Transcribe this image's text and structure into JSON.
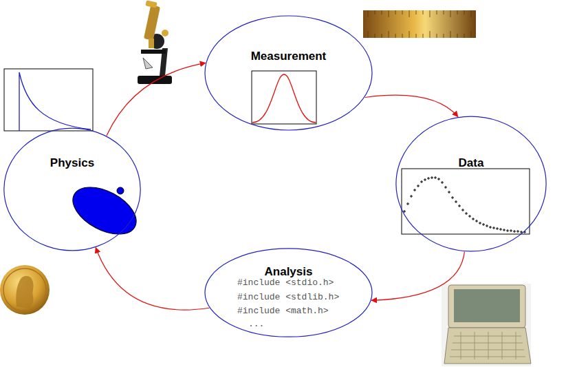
{
  "diagram": {
    "nodes": [
      {
        "text": [
          "Physics"
        ]
      },
      {
        "text": [
          "Measurement"
        ]
      },
      {
        "text": [
          "Data"
        ]
      },
      {
        "text": [
          "Analysis",
          "#include <stdio.h>",
          "#include <stdlib.h>",
          "#include <math.h>",
          "..."
        ]
      }
    ],
    "edges": [
      {
        "from": 0,
        "to": 1,
        "arrow": "to"
      },
      {
        "from": 1,
        "to": 2,
        "arrow": "to"
      },
      {
        "from": 2,
        "to": 3,
        "arrow": "to"
      },
      {
        "from": 3,
        "to": 0,
        "arrow": "to"
      }
    ]
  }
}
